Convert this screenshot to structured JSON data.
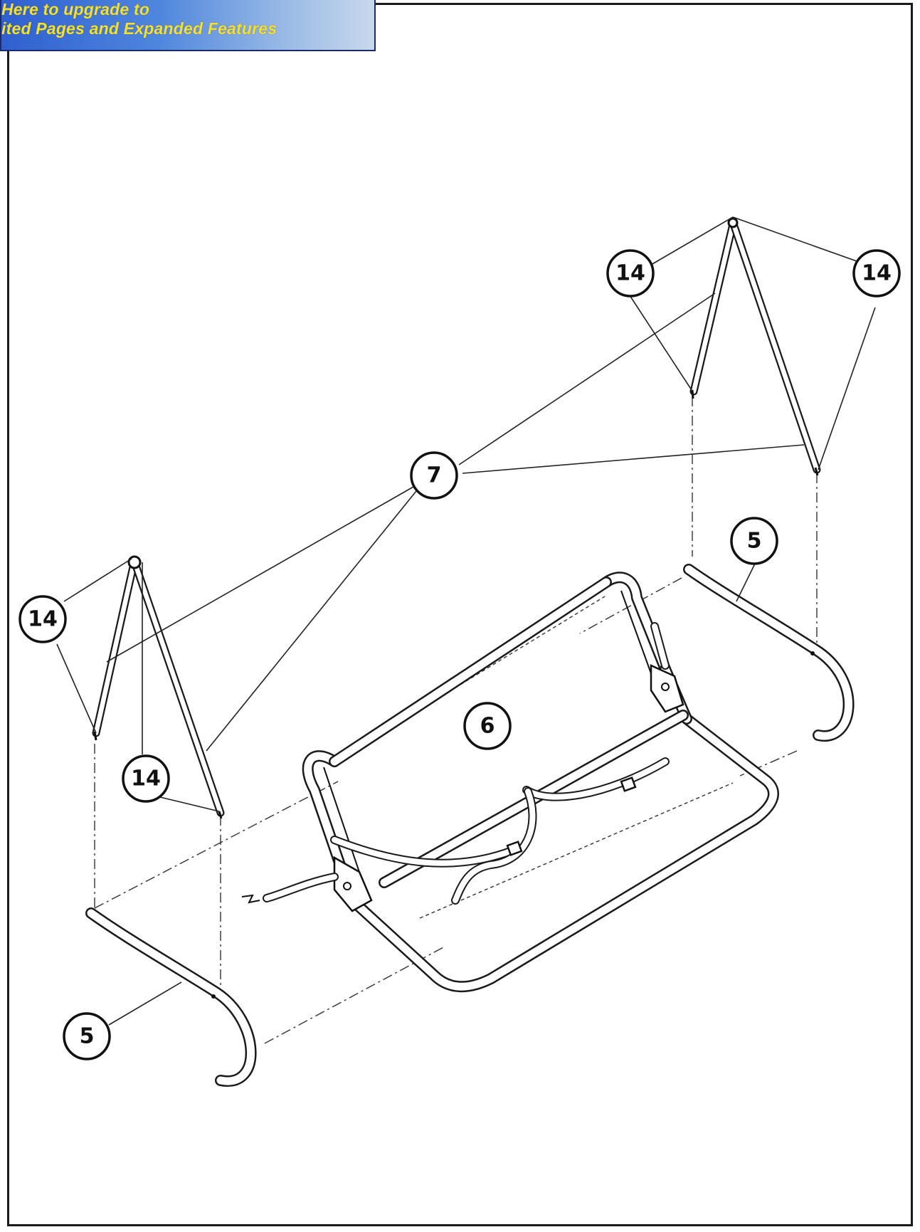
{
  "banner": {
    "line1": "Here to upgrade to",
    "line2": "ited Pages and Expanded Features"
  },
  "callouts": [
    {
      "id": "c14a",
      "label": "14"
    },
    {
      "id": "c14b",
      "label": "14"
    },
    {
      "id": "c14c",
      "label": "14"
    },
    {
      "id": "c14d",
      "label": "14"
    },
    {
      "id": "c7",
      "label": "7"
    },
    {
      "id": "c5a",
      "label": "5"
    },
    {
      "id": "c5b",
      "label": "5"
    },
    {
      "id": "c6",
      "label": "6"
    }
  ]
}
